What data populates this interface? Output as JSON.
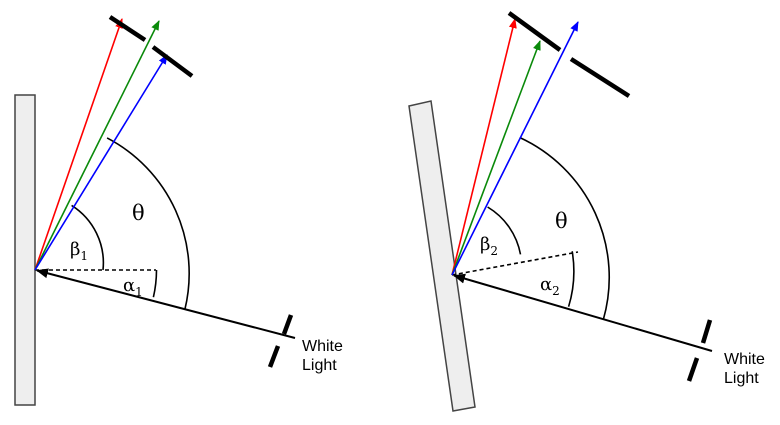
{
  "colors": {
    "red": "#ff0000",
    "green": "#0a8a0a",
    "blue": "#0000ff",
    "grating_fill": "#eeeeee",
    "line": "#000000"
  },
  "left_panel": {
    "angle_theta": "θ",
    "angle_beta": "β",
    "beta_sub": "1",
    "angle_alpha": "α",
    "alpha_sub": "1",
    "source_line1": "White",
    "source_line2": "Light"
  },
  "right_panel": {
    "angle_theta": "θ",
    "angle_beta": "β",
    "beta_sub": "2",
    "angle_alpha": "α",
    "alpha_sub": "2",
    "source_line1": "White",
    "source_line2": "Light"
  }
}
